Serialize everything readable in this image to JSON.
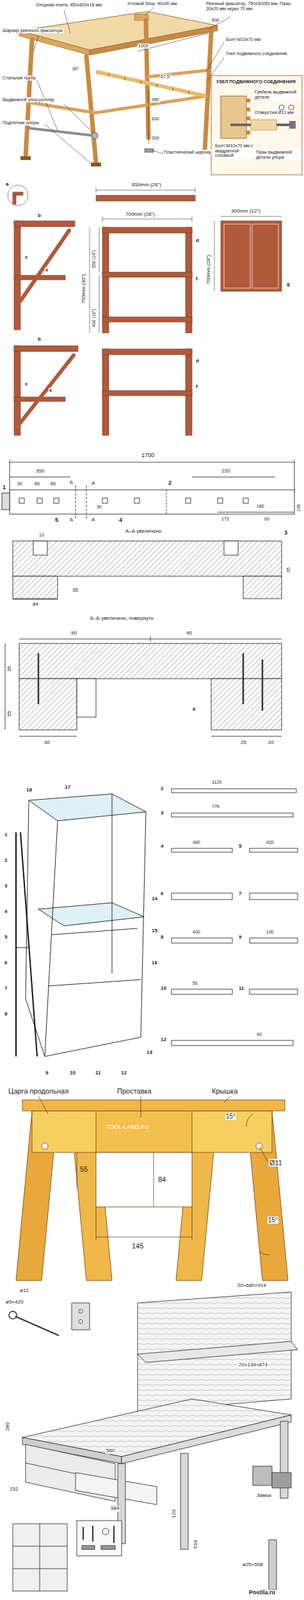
{
  "diagram": {
    "labels": [
      "Опорная плита, 450х600х18 мм",
      "Угловой блок, 90х90 мм",
      "Реечный фиксатор, 750х30х50 мм. Пазы 30х20 мм через 70 мм",
      "Шарнир реечного фиксатора",
      "1000",
      "500",
      "Болт М10х70 мм",
      "Узел подвижного соединения",
      "Стальная труба",
      "90°",
      "67,5°",
      "950",
      "600",
      "300",
      "Выдвижной упор-роллер",
      "Подпятник опоры",
      "Пластинчатый шарнир",
      "УЗЕЛ ПОДВИЖНОГО СОЕДИНЕНИЯ",
      "Гребень выдвижной детали",
      "Отверстия Ø11 мм",
      "Болт М10х70 мм с квадратной головкой",
      "Пазы выдвижной детали упора",
      "650mm (26\")",
      "a",
      "700mm (28\")",
      "750mm (30\")",
      "350 (14\")",
      "400 (16\")",
      "300mm (12\")",
      "700mm (28\")",
      "b",
      "c",
      "e",
      "d",
      "f",
      "g",
      "c",
      "e",
      "f",
      "b",
      "d",
      "1700",
      "350",
      "220",
      "90",
      "85",
      "85",
      "Б",
      "1",
      "2",
      "A",
      "A",
      "Б",
      "30",
      "160",
      "173",
      "60",
      "190",
      "4",
      "5",
      "3",
      "А–А увеличено",
      "10",
      "35",
      "35",
      "84",
      "Б–Б увеличено, повернуто",
      "90",
      "90",
      "35",
      "55",
      "30",
      "25",
      "20",
      "6",
      "1",
      "2",
      "3",
      "4",
      "5",
      "6",
      "7",
      "8",
      "9",
      "10",
      "11",
      "12",
      "13",
      "14",
      "15",
      "16",
      "17",
      "18",
      "1120",
      "2",
      "776",
      "3",
      "4",
      "440",
      "5",
      "420",
      "6",
      "7",
      "8",
      "400",
      "9",
      "130",
      "10",
      "11",
      "50",
      "12",
      "90",
      "Царга продольная",
      "Проставка",
      "Крышка",
      "15°",
      "15°",
      "55",
      "84",
      "145",
      "Ø11",
      "TOOL-LAND.RU",
      "ø12",
      "ø5×420",
      "20×680×914",
      "20×134×874",
      "280",
      "560",
      "152",
      "120",
      "584",
      "534",
      "Замок",
      "ø25×508",
      "Postila.ru"
    ]
  }
}
